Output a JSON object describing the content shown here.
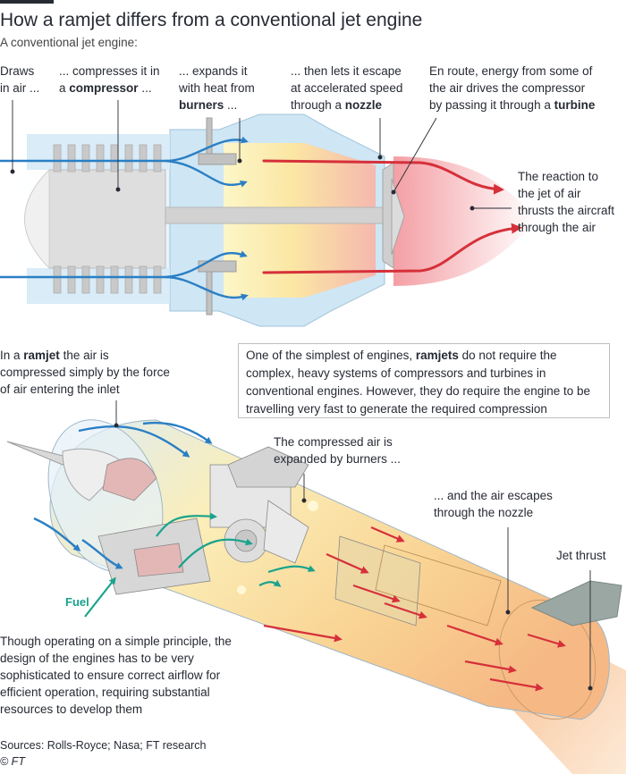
{
  "title": "How a ramjet differs from a conventional jet engine",
  "subtitle": "A conventional jet engine:",
  "colors": {
    "blue_arrow": "#2a7fc4",
    "red_arrow": "#d6303a",
    "fuel_arrow": "#1aa38c",
    "casing": "#cfe6f4",
    "text": "#262a33"
  },
  "conventional": {
    "step1": [
      "Draws",
      "in air ..."
    ],
    "step2": {
      "line1": "... compresses it in",
      "pre": "a ",
      "bold": "compressor",
      "post": " ..."
    },
    "step3": {
      "line1": "... expands it",
      "line2": "with heat from",
      "bold": "burners",
      "post": " ..."
    },
    "step4": {
      "line1": "... then lets it escape",
      "line2": "at accelerated speed",
      "pre": "through a ",
      "bold": "nozzle"
    },
    "step5": {
      "line1": "En route, energy from some of",
      "line2": "the air drives the compressor",
      "pre": "by passing it through a ",
      "bold": "turbine"
    },
    "reaction": [
      "The reaction to",
      "the jet of air",
      "thrusts the aircraft",
      "through the air"
    ]
  },
  "ramjet": {
    "intro": {
      "pre": "In a ",
      "bold": "ramjet",
      "post": " the air is",
      "line2": "compressed simply by the force",
      "line3": "of air entering the inlet"
    },
    "infobox": {
      "pre": "One of the simplest of engines, ",
      "bold": "ramjets",
      "post": " do not require the",
      "line2": "complex, heavy systems of compressors and turbines in",
      "line3": "conventional engines. However, they do require the engine to be",
      "line4": "travelling very fast to generate the required compression"
    },
    "compressed": [
      "The compressed air is",
      "expanded by burners ..."
    ],
    "escapes": [
      "... and the air escapes",
      "through the nozzle"
    ],
    "jet_thrust": "Jet thrust",
    "fuel": "Fuel",
    "operating": [
      "Though operating on a simple principle, the",
      "design of the engines has to be very",
      "sophisticated to ensure correct airflow for",
      "efficient operation, requiring substantial",
      "resources to develop them"
    ]
  },
  "sources": "Sources: Rolls-Royce; Nasa; FT research",
  "credit": "© FT"
}
